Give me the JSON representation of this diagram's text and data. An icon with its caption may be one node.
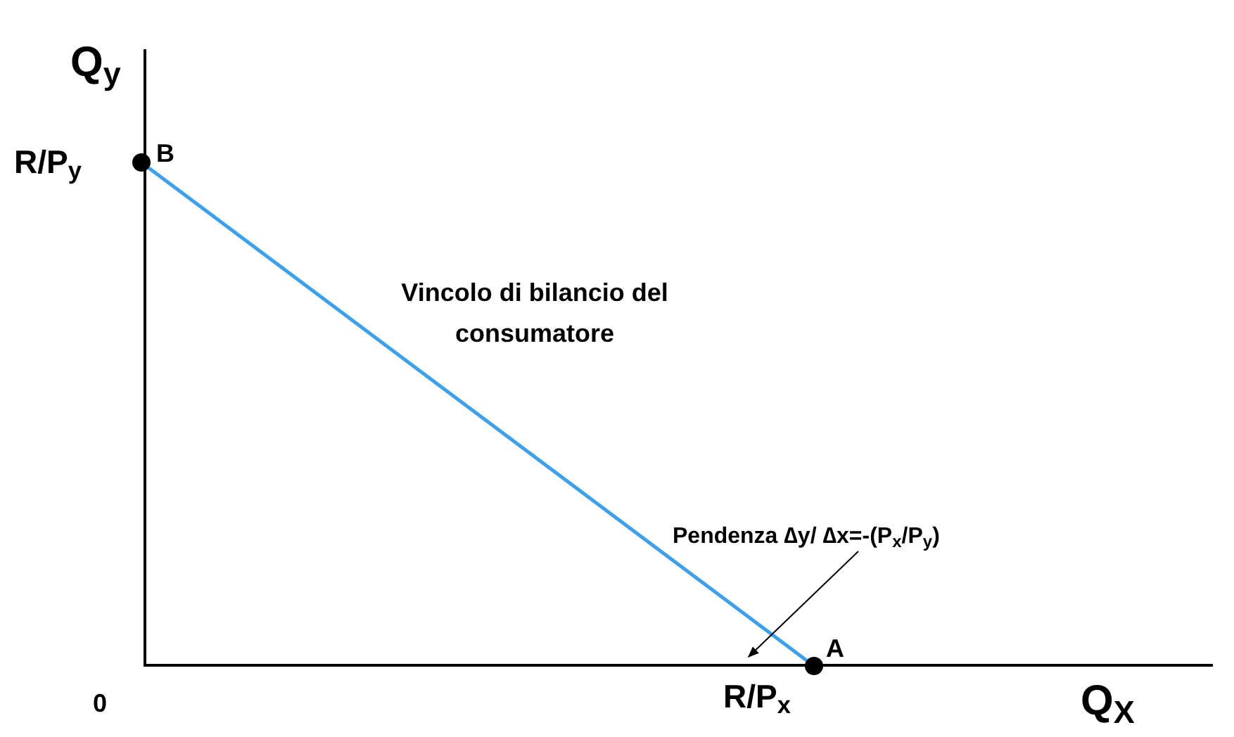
{
  "diagram": {
    "nodes": [
      {
        "text": [],
        "shape": "circle",
        "beside": [
          "B"
        ]
      },
      {
        "text": [],
        "shape": "circle",
        "beside": [
          "A"
        ]
      },
      {
        "text": [
          "Pendenza ∆y/ ∆x=-(P$_{x}$/P$_{y}$)"
        ]
      }
    ],
    "edges": [
      {
        "from": 0,
        "to": 1,
        "arrow": "none",
        "color": "#3aa0ef",
        "style": "thick"
      },
      {
        "from": 2,
        "to": null,
        "arrow": "to",
        "color": "#000000"
      }
    ],
    "labels": [
      "Q$_{y}$",
      "R/P$_{y}$",
      "Vincolo di  bilancio del consumatore",
      "0",
      "R/P$_{x}$",
      "Q$_{X}$"
    ]
  }
}
